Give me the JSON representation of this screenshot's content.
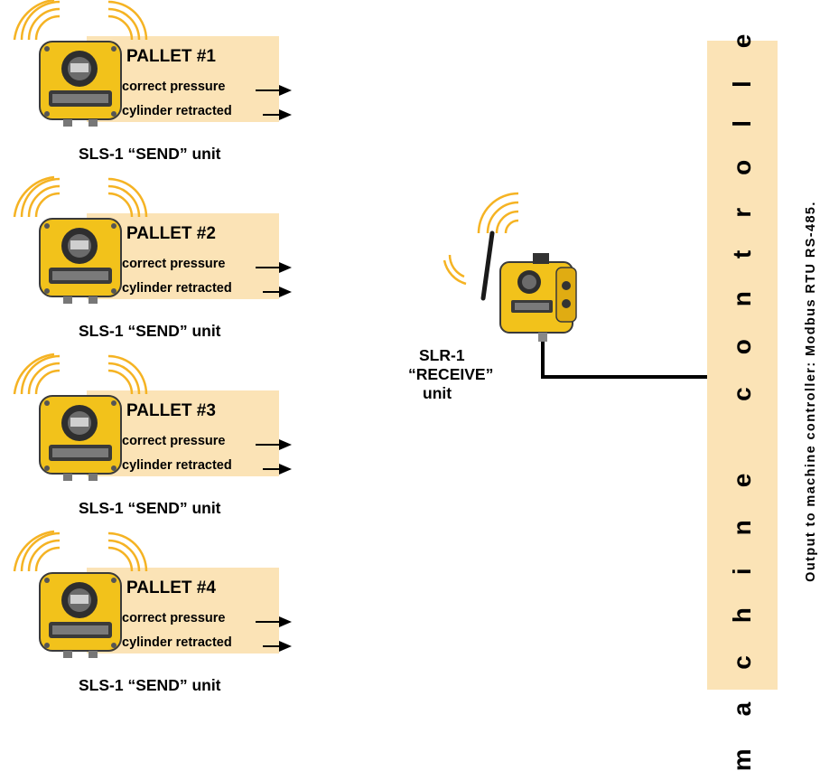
{
  "send_units": [
    {
      "pallet": "PALLET #1",
      "signal_1": "correct pressure",
      "signal_2": "cylinder retracted",
      "unit_label": "SLS-1 “SEND” unit"
    },
    {
      "pallet": "PALLET #2",
      "signal_1": "correct pressure",
      "signal_2": "cylinder retracted",
      "unit_label": "SLS-1 “SEND” unit"
    },
    {
      "pallet": "PALLET #3",
      "signal_1": "correct pressure",
      "signal_2": "cylinder retracted",
      "unit_label": "SLS-1 “SEND” unit"
    },
    {
      "pallet": "PALLET #4",
      "signal_1": "correct pressure",
      "signal_2": "cylinder retracted",
      "unit_label": "SLS-1 “SEND” unit"
    }
  ],
  "receive_unit": {
    "line1": "SLR-1",
    "line2": "“RECEIVE”",
    "line3": "unit"
  },
  "controller": {
    "label": "machine controller",
    "output_note": "Output to machine controller:  Modbus RTU RS-485."
  },
  "colors": {
    "panel": "#fbe3b6",
    "device": "#f2c21b",
    "waves": "#f5b323"
  },
  "icons": [
    "wireless-signal-icon",
    "sensor-device-icon",
    "antenna-icon"
  ]
}
